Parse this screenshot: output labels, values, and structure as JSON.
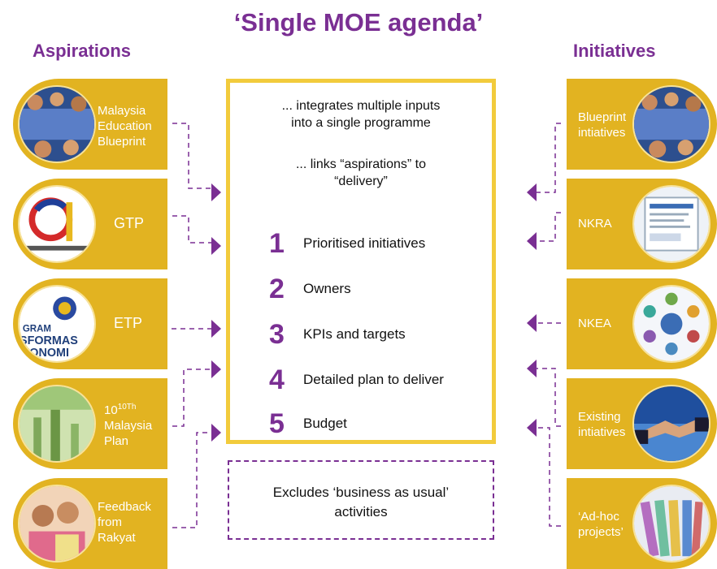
{
  "title": "‘Single MOE agenda’",
  "aspirations": {
    "heading": "Aspirations",
    "items": [
      {
        "label_lines": [
          "Malaysia",
          "Education",
          "Blueprint"
        ]
      },
      {
        "label_lines": [
          "GTP"
        ]
      },
      {
        "label_lines": [
          "ETP"
        ]
      },
      {
        "label_lines": [
          "10Th",
          "Malaysia",
          "Plan"
        ]
      },
      {
        "label_lines": [
          "Feedback",
          "from",
          "Rakyat"
        ]
      }
    ]
  },
  "initiatives": {
    "heading": "Initiatives",
    "items": [
      {
        "label_lines": [
          "Blueprint",
          "intiatives"
        ]
      },
      {
        "label_lines": [
          "NKRA"
        ]
      },
      {
        "label_lines": [
          "NKEA"
        ]
      },
      {
        "label_lines": [
          "Existing",
          "intiatives"
        ]
      },
      {
        "label_lines": [
          "‘Ad-hoc",
          "projects’"
        ]
      }
    ]
  },
  "center": {
    "intro1_lines": [
      "... integrates multiple inputs",
      "into a single programme"
    ],
    "intro2_lines": [
      "... links “aspirations” to",
      "“delivery”"
    ],
    "items": [
      {
        "num": "1",
        "text": "Prioritised initiatives"
      },
      {
        "num": "2",
        "text": "Owners"
      },
      {
        "num": "3",
        "text": "KPIs and targets"
      },
      {
        "num": "4",
        "text": "Detailed plan to deliver"
      },
      {
        "num": "5",
        "text": "Budget"
      }
    ]
  },
  "exclusion": {
    "lines": [
      "Excludes ‘business as usual’",
      "activities"
    ]
  },
  "image_text": {
    "etp_logo_lines": [
      "GRAM",
      "SFORMAS",
      "KONOMI"
    ]
  },
  "colors": {
    "accent": "#7a2f93",
    "pill": "#e2b321",
    "box_border": "#f2cb3c"
  }
}
